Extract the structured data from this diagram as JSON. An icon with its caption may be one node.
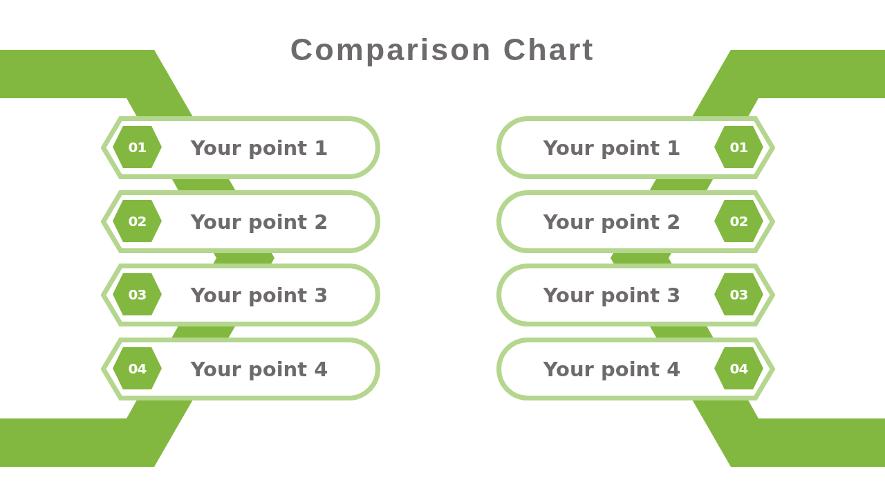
{
  "diagram": {
    "title": "Comparison Chart",
    "nodes": [
      {
        "text": [
          "Your point 1"
        ]
      },
      {
        "text": [
          "01"
        ],
        "in": 0
      },
      {
        "text": [
          "Your point 1"
        ]
      },
      {
        "text": [
          "01"
        ],
        "in": 2
      },
      {
        "text": [
          "Your point 2"
        ]
      },
      {
        "text": [
          "02"
        ],
        "in": 4
      },
      {
        "text": [
          "Your point 2"
        ]
      },
      {
        "text": [
          "02"
        ],
        "in": 6
      },
      {
        "text": [
          "Your point 3"
        ]
      },
      {
        "text": [
          "03"
        ],
        "in": 8
      },
      {
        "text": [
          "Your point 3"
        ]
      },
      {
        "text": [
          "03"
        ],
        "in": 10
      },
      {
        "text": [
          "Your point 4"
        ]
      },
      {
        "text": [
          "04"
        ],
        "in": 12
      },
      {
        "text": [
          "Your point 4"
        ]
      },
      {
        "text": [
          "04"
        ],
        "in": 14
      }
    ]
  }
}
